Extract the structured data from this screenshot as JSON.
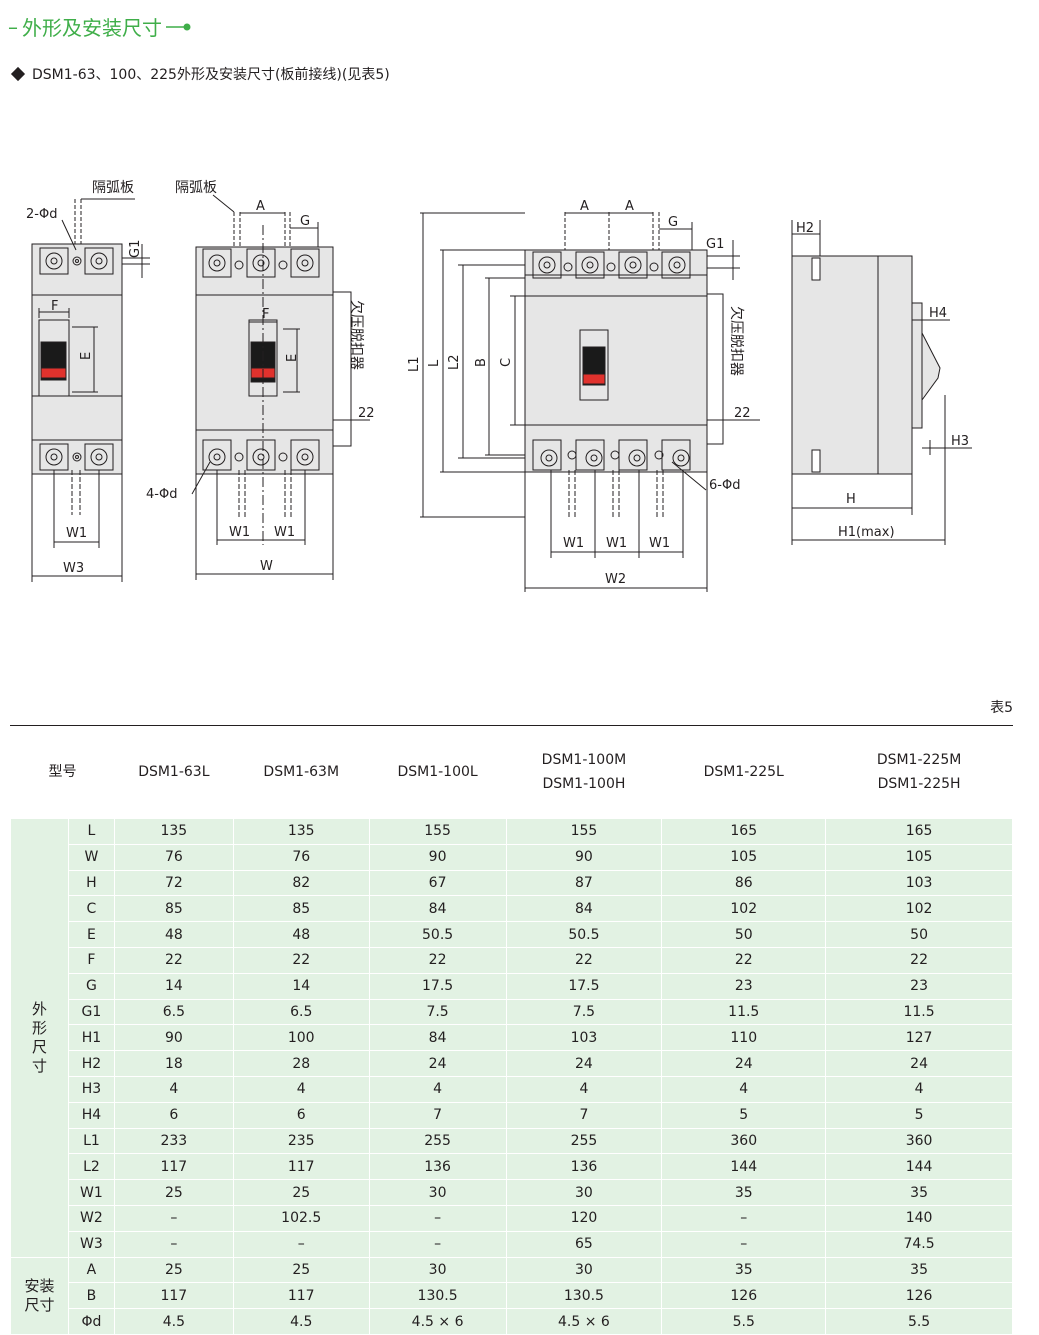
{
  "header": {
    "section_title": "外形及安装尺寸",
    "subtitle": "DSM1-63、100、225外形及安装尺寸(板前接线)(见表5)"
  },
  "drawing": {
    "arc_plate_1": "隔弧板",
    "arc_plate_2": "隔弧板",
    "undervoltage_1": "欠压脱扣器",
    "undervoltage_2": "欠压脱扣器",
    "hole_2": "2-Φd",
    "hole_4": "4-Φd",
    "hole_6": "6-Φd",
    "labels": {
      "A": "A",
      "G": "G",
      "G1": "G1",
      "F": "F",
      "E": "E",
      "W1": "W1",
      "W": "W",
      "W2": "W2",
      "W3": "W3",
      "L": "L",
      "L1": "L1",
      "L2": "L2",
      "B": "B",
      "C": "C",
      "H": "H",
      "H1": "H1(max)",
      "H2": "H2",
      "H3": "H3",
      "H4": "H4",
      "d22": "22"
    }
  },
  "table": {
    "label": "表5",
    "model_header": "型号",
    "columns": [
      "DSM1-63L",
      "DSM1-63M",
      "DSM1-100L",
      "DSM1-100M",
      "DSM1-225L",
      "DSM1-225M"
    ],
    "columns_line2": [
      "",
      "",
      "",
      "DSM1-100H",
      "",
      "DSM1-225H"
    ],
    "group_outline": "外形尺寸",
    "group_mount": "安装尺寸",
    "outline_rows": [
      {
        "name": "L",
        "values": [
          "135",
          "135",
          "155",
          "155",
          "165",
          "165"
        ]
      },
      {
        "name": "W",
        "values": [
          "76",
          "76",
          "90",
          "90",
          "105",
          "105"
        ]
      },
      {
        "name": "H",
        "values": [
          "72",
          "82",
          "67",
          "87",
          "86",
          "103"
        ]
      },
      {
        "name": "C",
        "values": [
          "85",
          "85",
          "84",
          "84",
          "102",
          "102"
        ]
      },
      {
        "name": "E",
        "values": [
          "48",
          "48",
          "50.5",
          "50.5",
          "50",
          "50"
        ]
      },
      {
        "name": "F",
        "values": [
          "22",
          "22",
          "22",
          "22",
          "22",
          "22"
        ]
      },
      {
        "name": "G",
        "values": [
          "14",
          "14",
          "17.5",
          "17.5",
          "23",
          "23"
        ]
      },
      {
        "name": "G1",
        "values": [
          "6.5",
          "6.5",
          "7.5",
          "7.5",
          "11.5",
          "11.5"
        ]
      },
      {
        "name": "H1",
        "values": [
          "90",
          "100",
          "84",
          "103",
          "110",
          "127"
        ]
      },
      {
        "name": "H2",
        "values": [
          "18",
          "28",
          "24",
          "24",
          "24",
          "24"
        ]
      },
      {
        "name": "H3",
        "values": [
          "4",
          "4",
          "4",
          "4",
          "4",
          "4"
        ]
      },
      {
        "name": "H4",
        "values": [
          "6",
          "6",
          "7",
          "7",
          "5",
          "5"
        ]
      },
      {
        "name": "L1",
        "values": [
          "233",
          "235",
          "255",
          "255",
          "360",
          "360"
        ]
      },
      {
        "name": "L2",
        "values": [
          "117",
          "117",
          "136",
          "136",
          "144",
          "144"
        ]
      },
      {
        "name": "W1",
        "values": [
          "25",
          "25",
          "30",
          "30",
          "35",
          "35"
        ]
      },
      {
        "name": "W2",
        "values": [
          "–",
          "102.5",
          "–",
          "120",
          "–",
          "140"
        ]
      },
      {
        "name": "W3",
        "values": [
          "–",
          "–",
          "–",
          "65",
          "–",
          "74.5"
        ]
      }
    ],
    "mount_rows": [
      {
        "name": "A",
        "values": [
          "25",
          "25",
          "30",
          "30",
          "35",
          "35"
        ]
      },
      {
        "name": "B",
        "values": [
          "117",
          "117",
          "130.5",
          "130.5",
          "126",
          "126"
        ]
      },
      {
        "name": "Φd",
        "values": [
          "4.5",
          "4.5",
          "4.5 × 6",
          "4.5 × 6",
          "5.5",
          "5.5"
        ]
      }
    ]
  },
  "colors": {
    "accent": "#3fae49",
    "row_fill": "#e2f2e3",
    "body_fill": "#e6e6e6",
    "handle": "#1a1a1a",
    "handle_red": "#e0322d"
  }
}
